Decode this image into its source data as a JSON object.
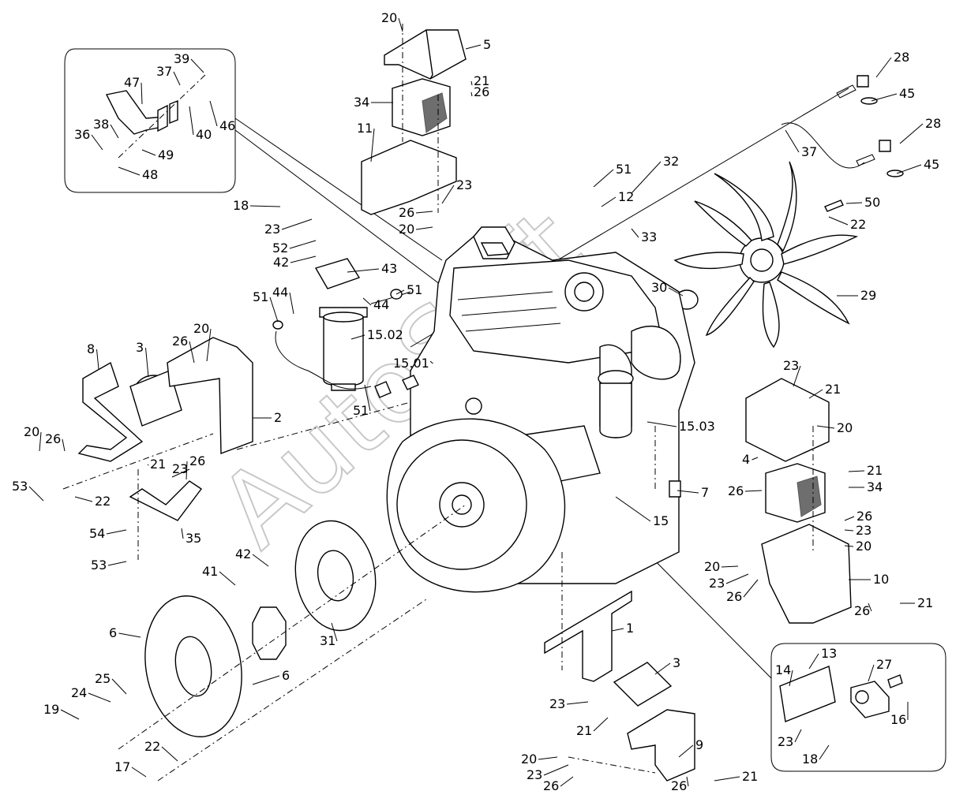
{
  "watermark": "AutoSoft",
  "callouts": [
    "20",
    "5",
    "21",
    "26",
    "34",
    "11",
    "23",
    "26",
    "20",
    "39",
    "37",
    "47",
    "46",
    "38",
    "40",
    "36",
    "49",
    "48",
    "28",
    "45",
    "37",
    "28",
    "45",
    "32",
    "51",
    "12",
    "50",
    "22",
    "33",
    "29",
    "30",
    "18",
    "23",
    "52",
    "42",
    "43",
    "51",
    "44",
    "44",
    "51",
    "15.02",
    "15.01",
    "51",
    "8",
    "3",
    "26",
    "20",
    "2",
    "20",
    "26",
    "21",
    "23",
    "26",
    "53",
    "22",
    "54",
    "35",
    "53",
    "23",
    "21",
    "20",
    "4",
    "21",
    "26",
    "34",
    "26",
    "23",
    "20",
    "20",
    "23",
    "26",
    "10",
    "26",
    "21",
    "15.03",
    "7",
    "15",
    "42",
    "41",
    "31",
    "1",
    "3",
    "6",
    "6",
    "25",
    "24",
    "19",
    "22",
    "17",
    "23",
    "21",
    "9",
    "20",
    "23",
    "26",
    "26",
    "21",
    "13",
    "14",
    "27",
    "16",
    "23",
    "18"
  ],
  "colors": {
    "line": "#000000",
    "background": "#ffffff",
    "watermark": "#c8c8c8"
  }
}
